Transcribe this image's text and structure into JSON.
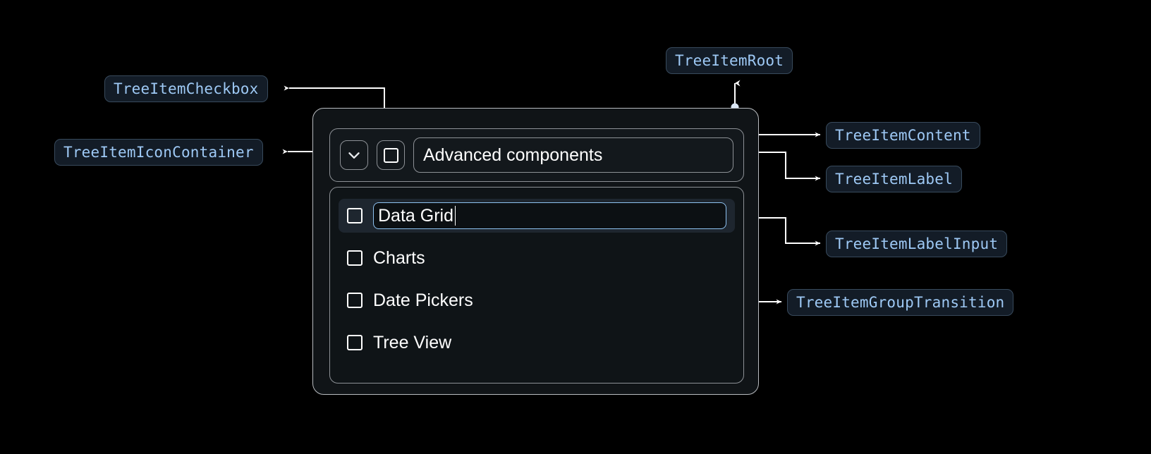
{
  "page": {
    "background": "#000000",
    "title": "Tree View anatomy diagram"
  },
  "palette": {
    "chip_bg": "#131c27",
    "chip_border": "#384a5c",
    "chip_text": "#9ec9f5",
    "wire": "#ffffff",
    "container_border": "#b9bcc0",
    "inner_border": "#8d9196",
    "selected_row_bg": "#1e262f",
    "input_border": "#8ec2f0",
    "surface": "#101417"
  },
  "annotations": [
    {
      "id": "treeitem-checkbox",
      "label": "TreeItemCheckbox"
    },
    {
      "id": "treeitem-icon-container",
      "label": "TreeItemIconContainer"
    },
    {
      "id": "treeitem-root",
      "label": "TreeItemRoot"
    },
    {
      "id": "treeitem-content",
      "label": "TreeItemContent"
    },
    {
      "id": "treeitem-label",
      "label": "TreeItemLabel"
    },
    {
      "id": "treeitem-label-input",
      "label": "TreeItemLabelInput"
    },
    {
      "id": "treeitem-group-transition",
      "label": "TreeItemGroupTransition"
    }
  ],
  "tree": {
    "parent": {
      "toggle_icon": "chevron-down-icon",
      "checkbox_icon": "checkbox-unchecked-icon",
      "checkbox_checked": false,
      "label": "Advanced components"
    },
    "children": [
      {
        "label": "Data Grid",
        "checked": false,
        "editing": true,
        "selected": true
      },
      {
        "label": "Charts",
        "checked": false,
        "editing": false,
        "selected": false
      },
      {
        "label": "Date Pickers",
        "checked": false,
        "editing": false,
        "selected": false
      },
      {
        "label": "Tree View",
        "checked": false,
        "editing": false,
        "selected": false
      }
    ]
  }
}
